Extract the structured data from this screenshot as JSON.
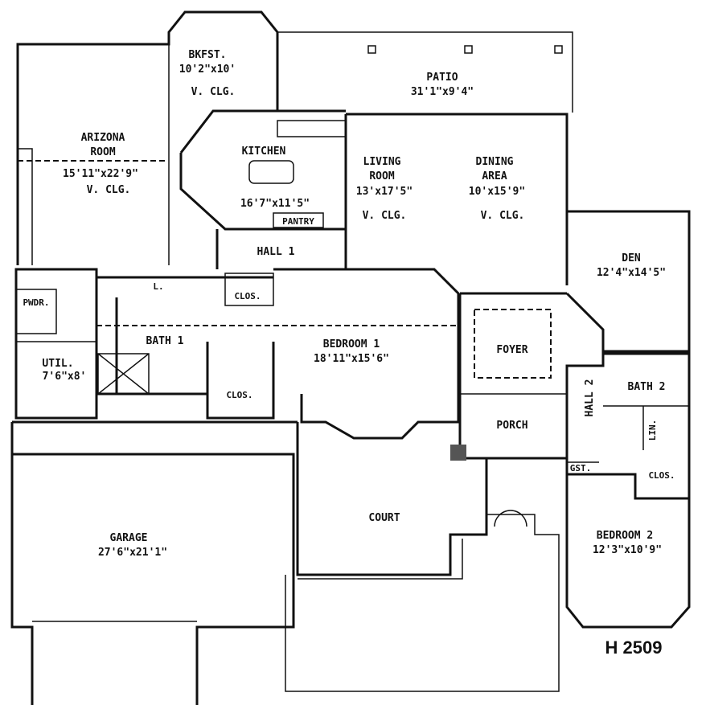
{
  "plan_code": "H 2509",
  "rooms": {
    "bkfst": {
      "name": "BKFST.",
      "size": "10'2\"x10'",
      "note": "V. CLG."
    },
    "patio": {
      "name": "PATIO",
      "size": "31'1\"x9'4\""
    },
    "arizona": {
      "name1": "ARIZONA",
      "name2": "ROOM",
      "size": "15'11\"x22'9\"",
      "note": "V. CLG."
    },
    "kitchen": {
      "name": "KITCHEN",
      "size": "16'7\"x11'5\"",
      "pantry": "PANTRY"
    },
    "living": {
      "name1": "LIVING",
      "name2": "ROOM",
      "size": "13'x17'5\"",
      "note": "V. CLG."
    },
    "dining": {
      "name1": "DINING",
      "name2": "AREA",
      "size": "10'x15'9\"",
      "note": "V. CLG."
    },
    "den": {
      "name": "DEN",
      "size": "12'4\"x14'5\""
    },
    "hall1": {
      "name": "HALL 1"
    },
    "pwdr": {
      "name": "PWDR."
    },
    "linen1": {
      "name": "L."
    },
    "clos1": {
      "name": "CLOS."
    },
    "bath1": {
      "name": "BATH 1"
    },
    "util": {
      "name": "UTIL.",
      "size": "7'6\"x8'"
    },
    "clos2": {
      "name": "CLOS."
    },
    "bedroom1": {
      "name": "BEDROOM 1",
      "size": "18'11\"x15'6\""
    },
    "foyer": {
      "name": "FOYER"
    },
    "porch": {
      "name": "PORCH"
    },
    "hall2": {
      "name": "HALL 2"
    },
    "bath2": {
      "name": "BATH 2"
    },
    "lin": {
      "name": "LIN."
    },
    "gst": {
      "name": "GST."
    },
    "clos3": {
      "name": "CLOS."
    },
    "court": {
      "name": "COURT"
    },
    "garage": {
      "name": "GARAGE",
      "size": "27'6\"x21'1\""
    },
    "bedroom2": {
      "name": "BEDROOM 2",
      "size": "12'3\"x10'9\""
    }
  }
}
